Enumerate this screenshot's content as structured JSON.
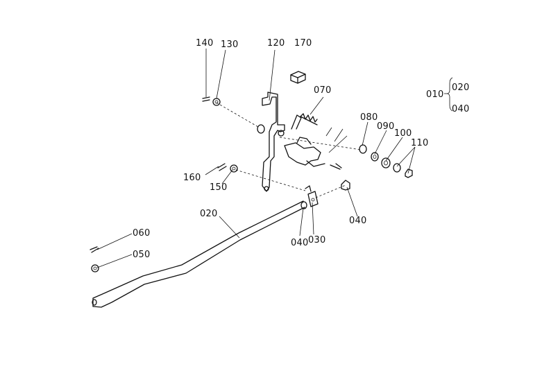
{
  "labels": {
    "l140": "140",
    "l130": "130",
    "l120": "120",
    "l170": "170",
    "l070": "070",
    "l080": "080",
    "l090": "090",
    "l100": "100",
    "l110": "110",
    "l160": "160",
    "l150": "150",
    "l020": "020",
    "l040a": "040",
    "l040b": "040",
    "l030": "030",
    "l060": "060",
    "l050": "050"
  },
  "legend": {
    "root": "010",
    "item1": "020",
    "item2": "040"
  }
}
